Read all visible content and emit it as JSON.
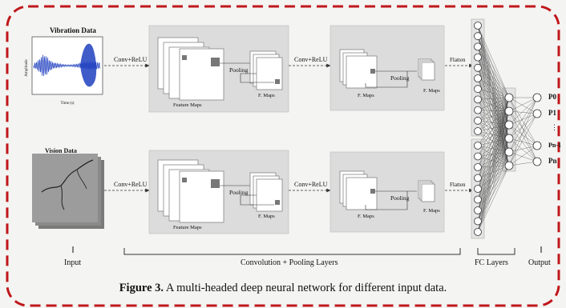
{
  "colors": {
    "frame": "#c0171c",
    "panel": "#dcdcdc",
    "line": "#333333",
    "text": "#111111"
  },
  "inputs": {
    "vibration": {
      "title": "Vibration Data",
      "ylabel": "Amplitude",
      "xlabel": "Time (s)"
    },
    "vision": {
      "title": "Vision Data"
    }
  },
  "labels": {
    "conv_relu": "Conv+ReLU",
    "conv_relu_alt": "Conv+ReLU",
    "pooling": "Pooling",
    "feature_maps": "Feature Maps",
    "f_maps": "F. Maps",
    "flatten": "Flatten"
  },
  "outputs": [
    "P0",
    "P1",
    "⋮",
    "Pn-1",
    "Pn"
  ],
  "bottom": {
    "input": "Input",
    "conv_pool": "Convolution + Pooling Layers",
    "fc": "FC Layers",
    "output": "Output"
  },
  "caption": {
    "label": "Figure 3.",
    "text": " A multi-headed deep neural network for different input data."
  }
}
